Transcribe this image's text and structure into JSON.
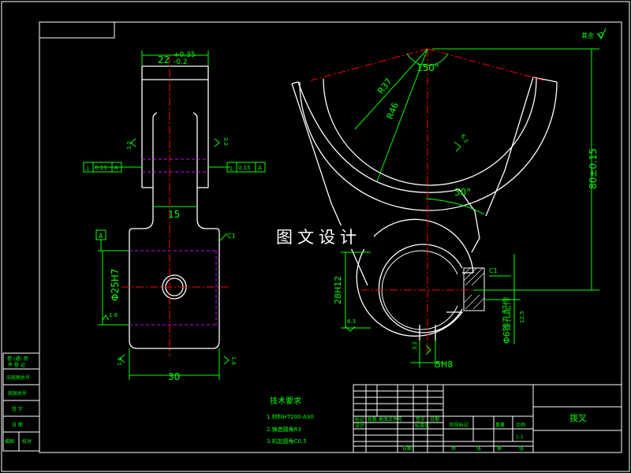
{
  "drawing": {
    "part_name": "拨叉",
    "watermark": "图文设计",
    "roughness_note": "其余",
    "tech_requirements": {
      "title": "技术要求",
      "items": [
        "1.材料HT200-A30",
        "2.铸造圆角R3",
        "3.机加圆角C0.5"
      ]
    },
    "left_view": {
      "dim_top": "22",
      "dim_top_tol_upper": "+0.35",
      "dim_top_tol_lower": "-0.2",
      "dim_neck": "15",
      "dim_bottom": "30",
      "dim_bore": "Φ25H7",
      "roughness_left": "3.2",
      "roughness_right": "3.2",
      "roughness_bore": "1.6",
      "roughness_bottom_left": "1.6",
      "roughness_bottom_right": "1.6",
      "chamfer": "C1",
      "tol_left": [
        "⊥",
        "0.15",
        "A"
      ],
      "tol_right": [
        "⊥",
        "0.15",
        "A"
      ],
      "datum": "A"
    },
    "right_view": {
      "angle_top": "150°",
      "radius_inner": "R37",
      "radius_outer": "R46",
      "angle_mid": "30°",
      "dim_height": "80±0.15",
      "dim_bore": "28H12",
      "dim_slot": "5H8",
      "dim_hole": "Φ6锥孔配作",
      "chamfer": "C1",
      "roughness_arc": "6.3",
      "roughness_left": "6.3",
      "roughness_slot": "3.2",
      "roughness_hole": "12.5"
    },
    "side_block": {
      "rows": [
        "借 (通) 用",
        "件 登 记",
        "旧底图总号",
        "底图总号",
        "签 字",
        "日 期",
        "描图",
        "校对"
      ]
    },
    "title_block": {
      "marking_row": [
        "标记",
        "处数",
        "更改文件号",
        "签字",
        "日期"
      ],
      "sign_row": [
        "设计",
        "标准化"
      ],
      "stage_labels": [
        "阶段标记",
        "重量",
        "比例"
      ],
      "scale": "1:1",
      "bottom_labels": [
        "共",
        "张",
        "第",
        "张"
      ],
      "approve": "日期"
    }
  }
}
